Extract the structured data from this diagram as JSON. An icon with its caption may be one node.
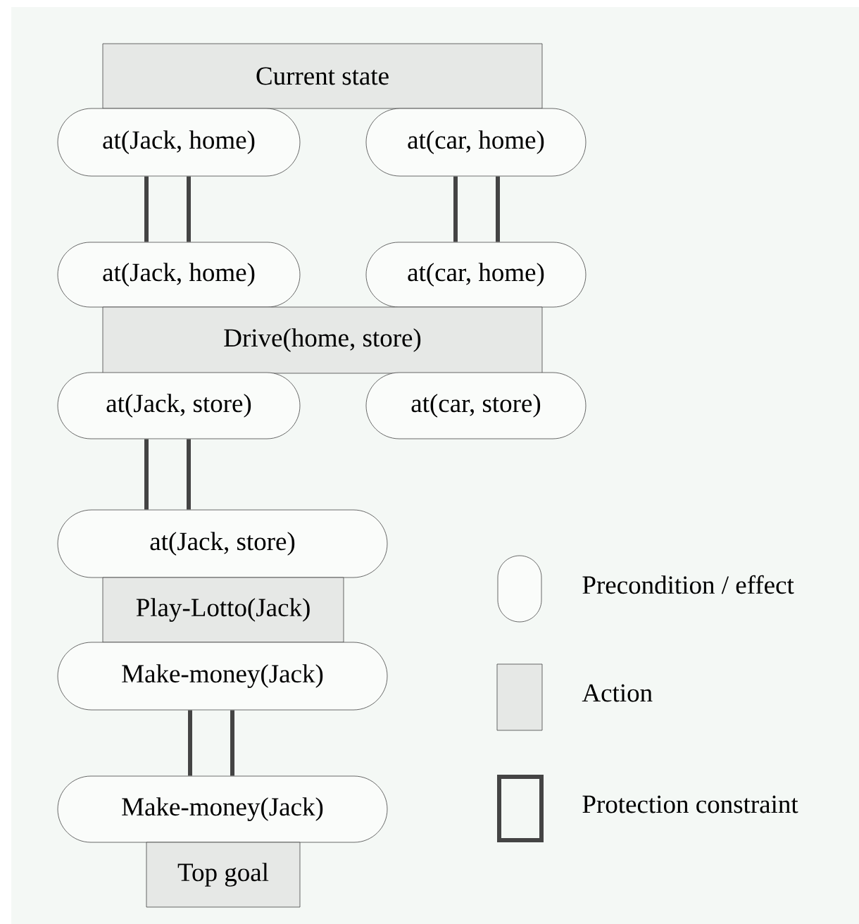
{
  "diagram": {
    "nodes": [
      {
        "text": [
          "Current state"
        ]
      },
      {
        "text": [
          "at(Jack, home)"
        ]
      },
      {
        "text": [
          "at(car, home)"
        ]
      },
      {
        "text": [
          "at(Jack, home)"
        ]
      },
      {
        "text": [
          "at(car, home)"
        ]
      },
      {
        "text": [
          "Drive(home, store)"
        ]
      },
      {
        "text": [
          "at(Jack, store)"
        ]
      },
      {
        "text": [
          "at(car, store)"
        ]
      },
      {
        "text": [
          "at(Jack, store)"
        ]
      },
      {
        "text": [
          "Play-Lotto(Jack)"
        ]
      },
      {
        "text": [
          "Make-money(Jack)"
        ]
      },
      {
        "text": [
          "Make-money(Jack)"
        ]
      },
      {
        "text": [
          "Top goal"
        ]
      }
    ],
    "edges": [
      {
        "from": 1,
        "to": 3,
        "arrow": "none"
      },
      {
        "from": 2,
        "to": 4,
        "arrow": "none"
      },
      {
        "from": 6,
        "to": 8,
        "arrow": "none"
      },
      {
        "from": 10,
        "to": 11,
        "arrow": "none"
      }
    ],
    "legend": [
      {
        "text": "Precondition / effect"
      },
      {
        "text": "Action",
        "color": "#e6e8e6"
      },
      {
        "text": "Protection constraint"
      }
    ]
  }
}
